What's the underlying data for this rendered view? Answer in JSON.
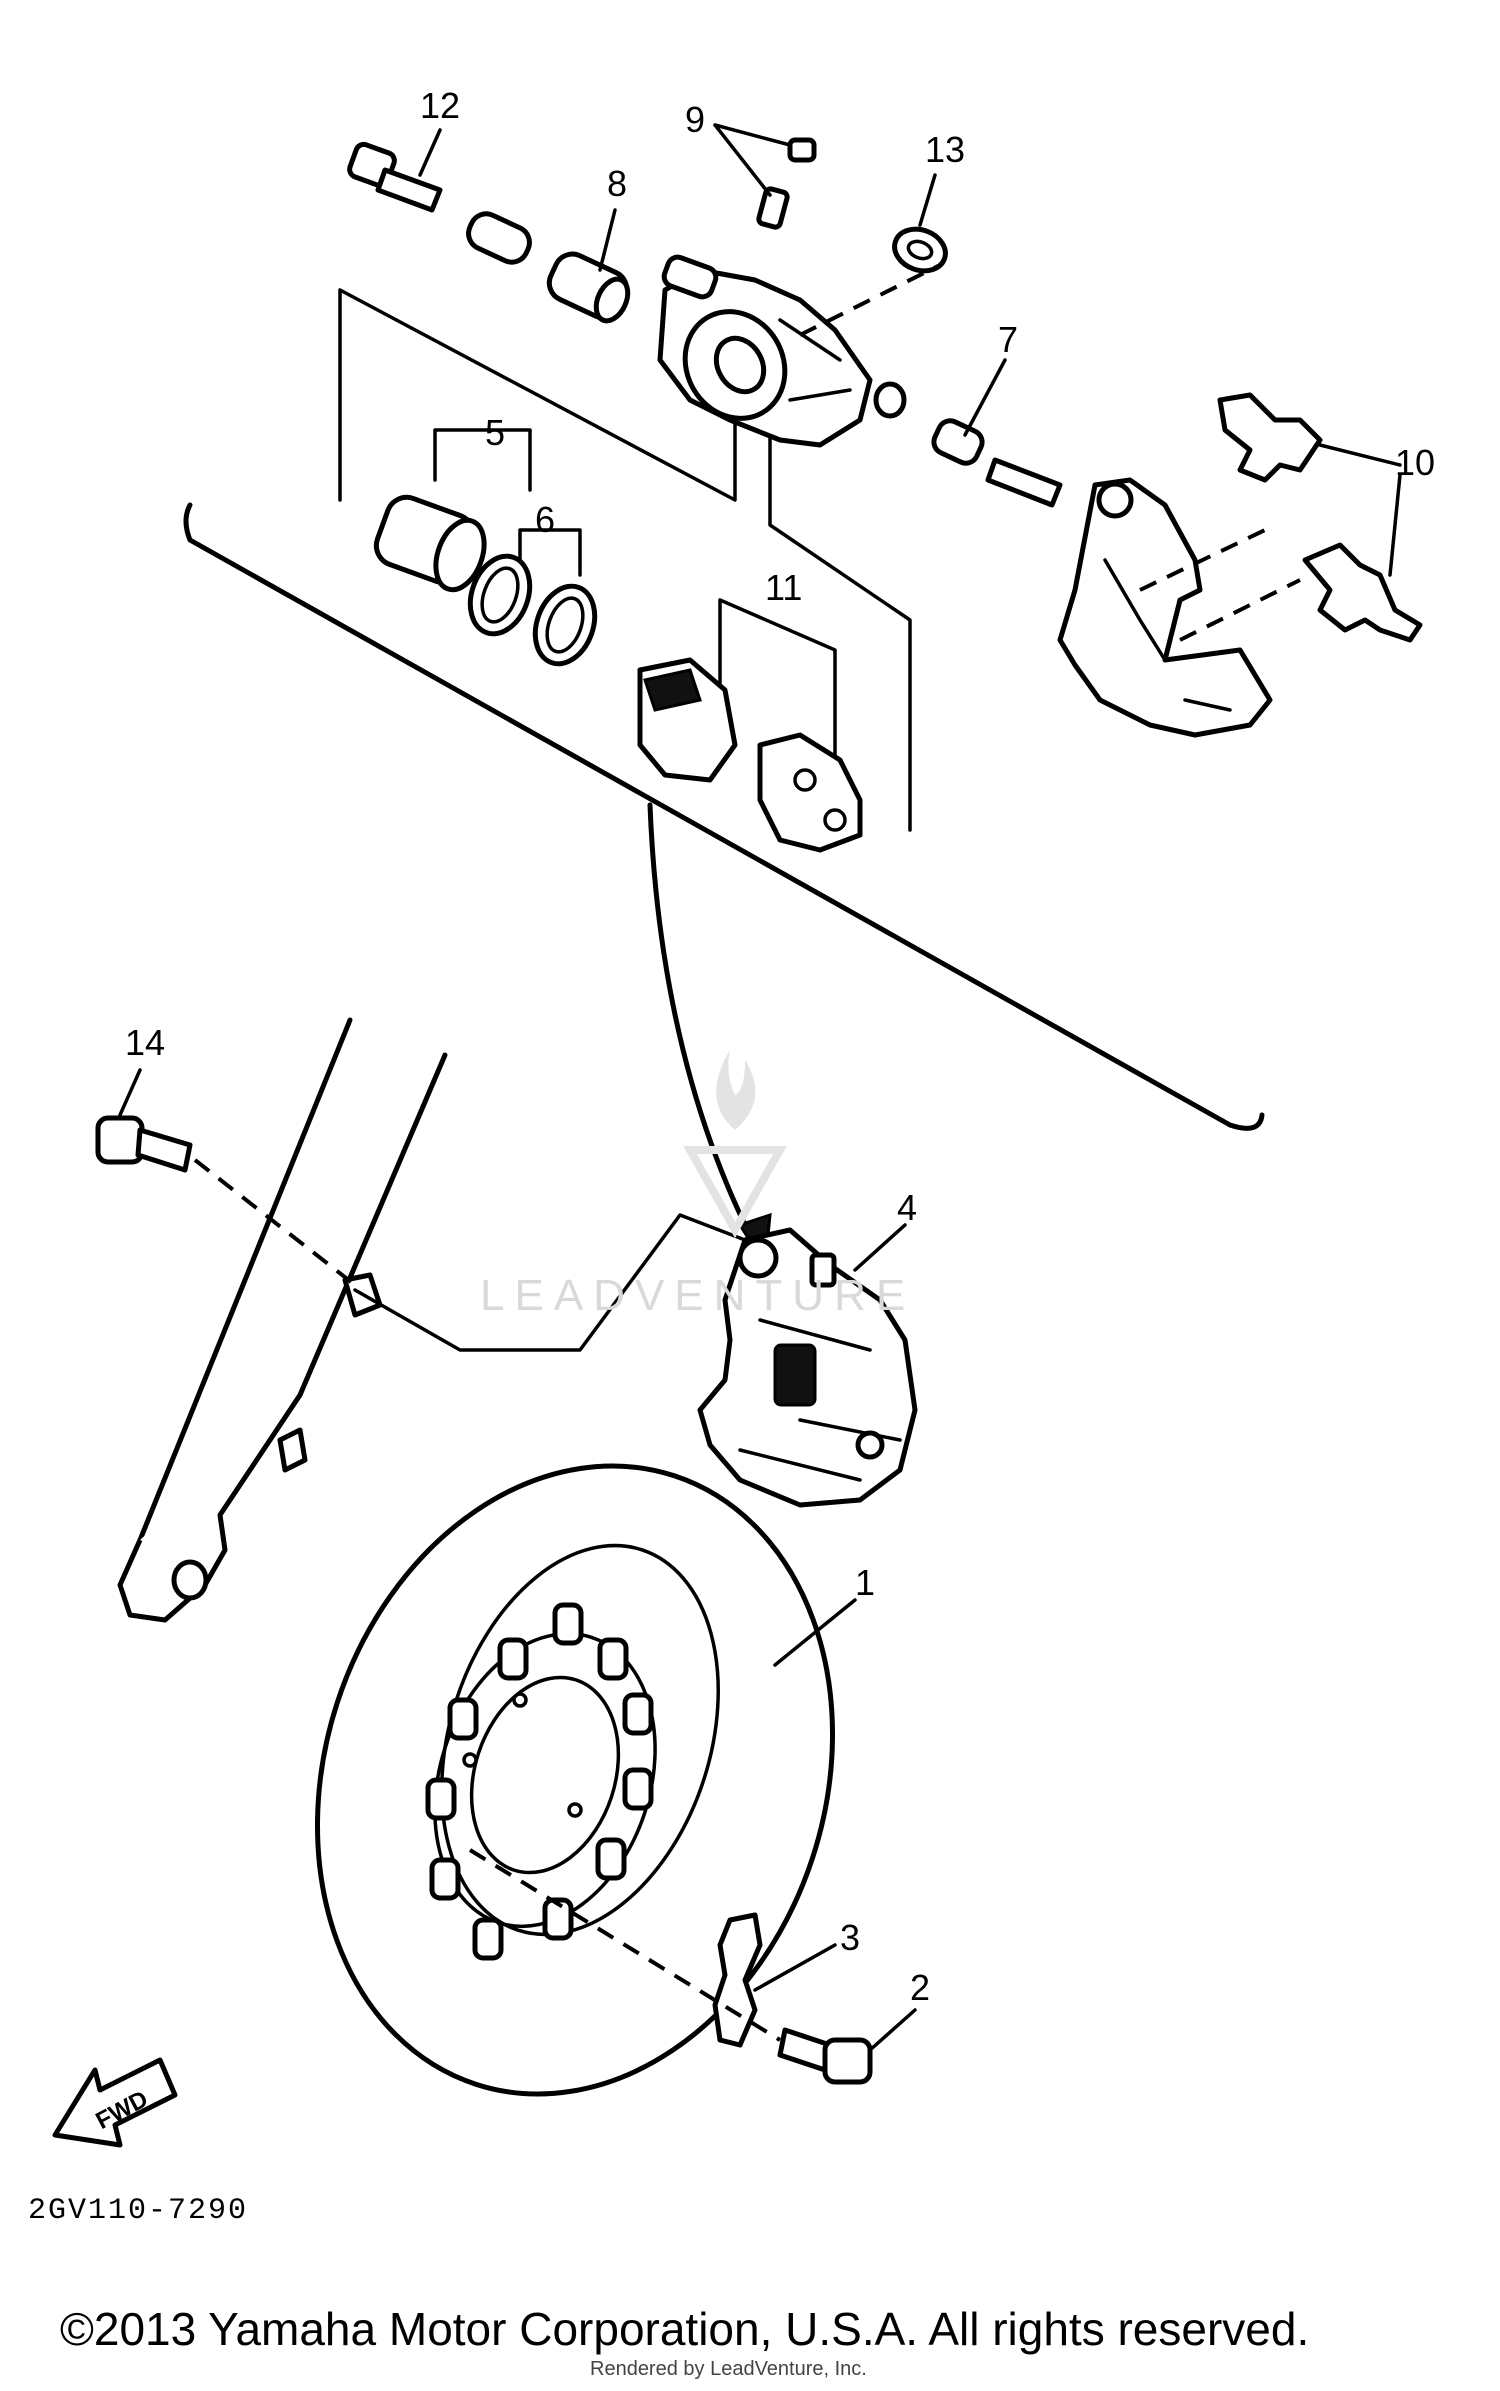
{
  "diagram": {
    "callouts": {
      "c1": "1",
      "c2": "2",
      "c3": "3",
      "c4": "4",
      "c5": "5",
      "c6": "6",
      "c7": "7",
      "c8": "8",
      "c9": "9",
      "c10": "10",
      "c11": "11",
      "c12": "12",
      "c13": "13",
      "c14": "14"
    },
    "fwd_label": "FWD",
    "diagram_code": "2GV110-7290",
    "watermark": "LEADVENTURE",
    "rendered_by": "Rendered by LeadVenture, Inc.",
    "copyright": "©2013 Yamaha Motor Corporation, U.S.A. All rights reserved."
  },
  "icons": {
    "fwd_arrow": "arrow-left-icon"
  }
}
